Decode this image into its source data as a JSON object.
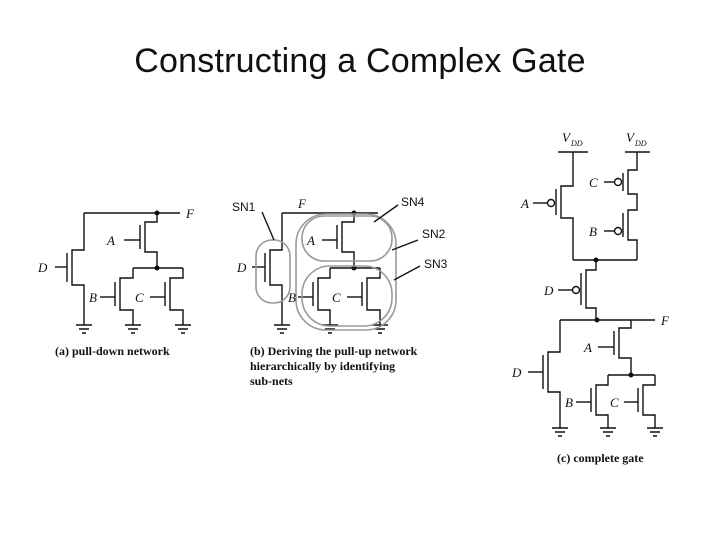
{
  "slide": {
    "title": "Constructing a Complex Gate"
  },
  "labels": {
    "F": "F",
    "A": "A",
    "B": "B",
    "C": "C",
    "D": "D",
    "VDD_V": "V",
    "VDD_sub": "DD"
  },
  "subnets": {
    "sn1": "SN1",
    "sn2": "SN2",
    "sn3": "SN3",
    "sn4": "SN4"
  },
  "captions": {
    "a": "(a) pull-down network",
    "b_line1": "(b) Deriving the pull-up network",
    "b_line2": "hierarchically by identifying",
    "b_line3": "sub-nets",
    "c": "(c) complete gate"
  },
  "colors": {
    "wire": "#111111",
    "subnet_outline": "#9a9a9a"
  }
}
